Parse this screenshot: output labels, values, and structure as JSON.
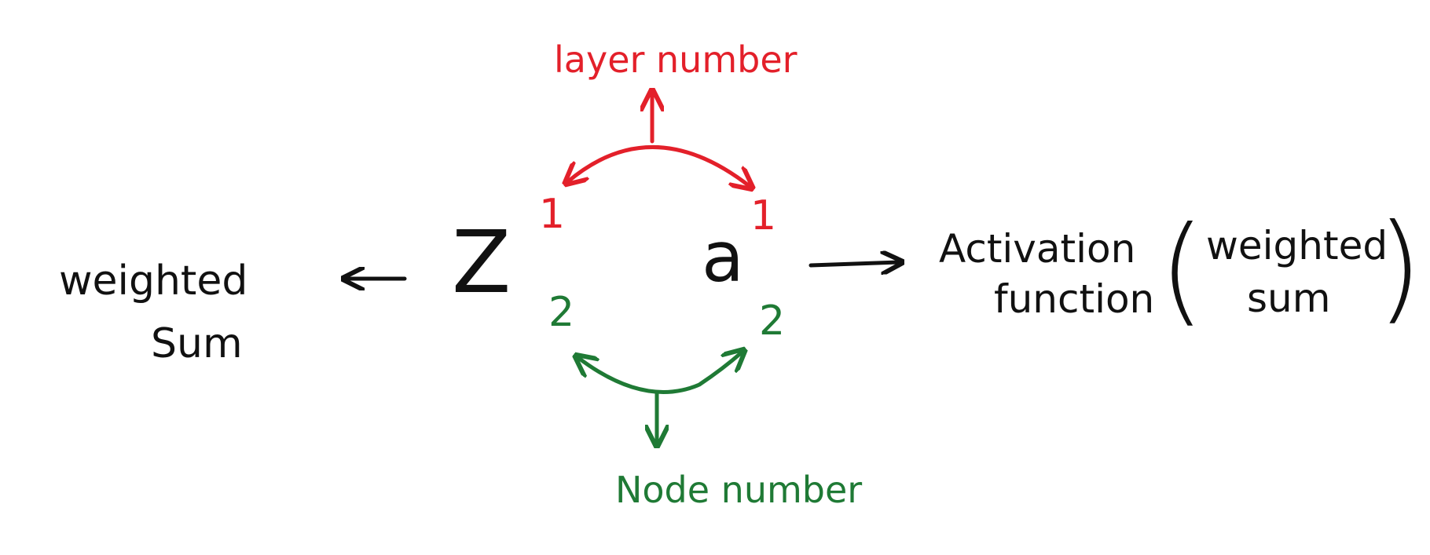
{
  "labels": {
    "layer_number": "layer number",
    "node_number": "Node number",
    "weighted_sum_left_line1": "weighted",
    "weighted_sum_left_line2": "Sum",
    "activation_line1": "Activation",
    "activation_line2": "function",
    "paren_weighted": "weighted",
    "paren_sum": "sum",
    "paren_open": "(",
    "paren_close": ")"
  },
  "symbols": {
    "z": "Z",
    "a": "a",
    "z_superscript": "1",
    "a_superscript": "1",
    "z_subscript": "2",
    "a_subscript": "2"
  },
  "colors": {
    "ink": "#111111",
    "layer_color": "#e3202a",
    "node_color": "#1f7a35",
    "background": "#ffffff"
  }
}
